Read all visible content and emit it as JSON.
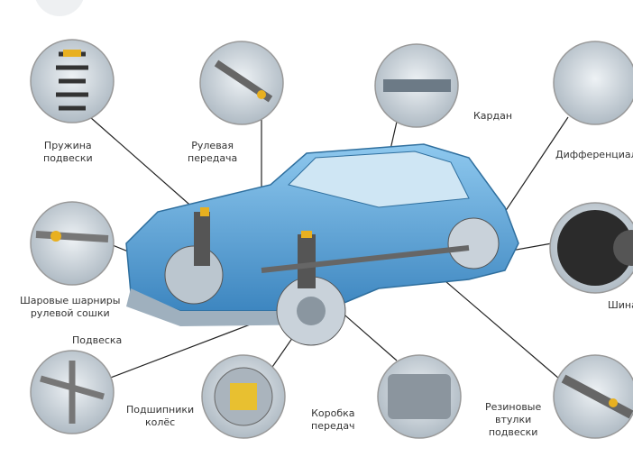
{
  "labels": {
    "spring": [
      "Пружина",
      "подвески"
    ],
    "steering": [
      "Рулевая",
      "передача"
    ],
    "kardan": [
      "Кардан"
    ],
    "differential": [
      "Дифференциал"
    ],
    "tire": [
      "Шина"
    ],
    "ball_joints": [
      "Шаровые шарниры",
      "рулевой сошки"
    ],
    "suspension": [
      "Подвеска"
    ],
    "bearings": [
      "Подшипники",
      "колёс"
    ],
    "gearbox": [
      "Коробка",
      "передач"
    ],
    "bushings": [
      "Резиновые",
      "втулки",
      "подвески"
    ]
  },
  "colors": {
    "car_body": "#5fa8d8",
    "car_dark": "#2f6f9e",
    "accent": "#e8b020",
    "line": "#222222"
  }
}
